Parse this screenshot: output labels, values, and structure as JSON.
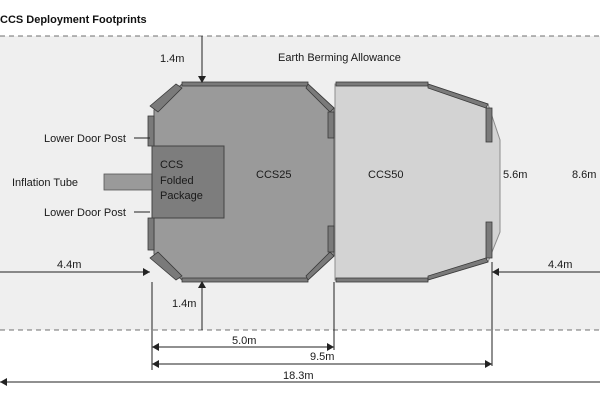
{
  "title": "CCS Deployment Footprints",
  "labels": {
    "earth_berming": "Earth Berming Allowance",
    "lower_door_post_top": "Lower Door Post",
    "lower_door_post_bottom": "Lower Door Post",
    "inflation_tube": "Inflation Tube",
    "package_line1": "CCS",
    "package_line2": "Folded",
    "package_line3": "Package",
    "ccs25": "CCS25",
    "ccs50": "CCS50"
  },
  "dimensions": {
    "berm_top": "1.4m",
    "berm_bottom": "1.4m",
    "left_margin": "4.4m",
    "right_margin": "4.4m",
    "height_shelter": "5.6m",
    "height_total": "8.6m",
    "length_ccs25": "5.0m",
    "length_ccs50": "9.5m",
    "length_total": "18.3m"
  },
  "colors": {
    "ccs25_fill": "#9a9a9a",
    "ccs50_fill": "#d3d3d3",
    "package_fill": "#7d7d7d",
    "band_fill": "#efefef",
    "post_fill": "#7a7a7a"
  }
}
